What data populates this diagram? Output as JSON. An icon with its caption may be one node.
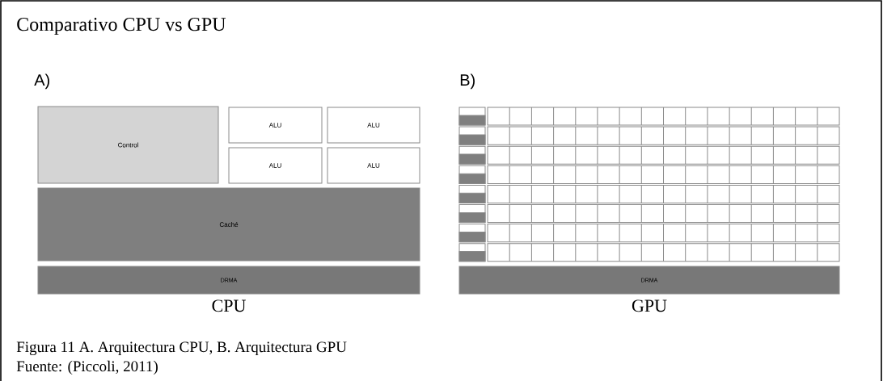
{
  "diagram": {
    "title": "Comparativo CPU vs GPU",
    "caption": "Figura 11 A. Arquitectura CPU, B. Arquitectura GPU",
    "nodes": [
      {
        "text": [
          "Control"
        ]
      },
      {
        "text": [
          "ALU"
        ]
      },
      {
        "text": [
          "ALU"
        ]
      },
      {
        "text": [
          "ALU"
        ]
      },
      {
        "text": [
          "ALU"
        ]
      },
      {
        "text": [
          "Caché"
        ]
      },
      {
        "text": [
          "DRMA"
        ]
      },
      {
        "text": [
          "DRMA"
        ]
      }
    ],
    "labels": [
      "A)",
      "B)",
      "CPU",
      "GPU",
      "Fuente: (Piccoli, 2011)"
    ]
  }
}
